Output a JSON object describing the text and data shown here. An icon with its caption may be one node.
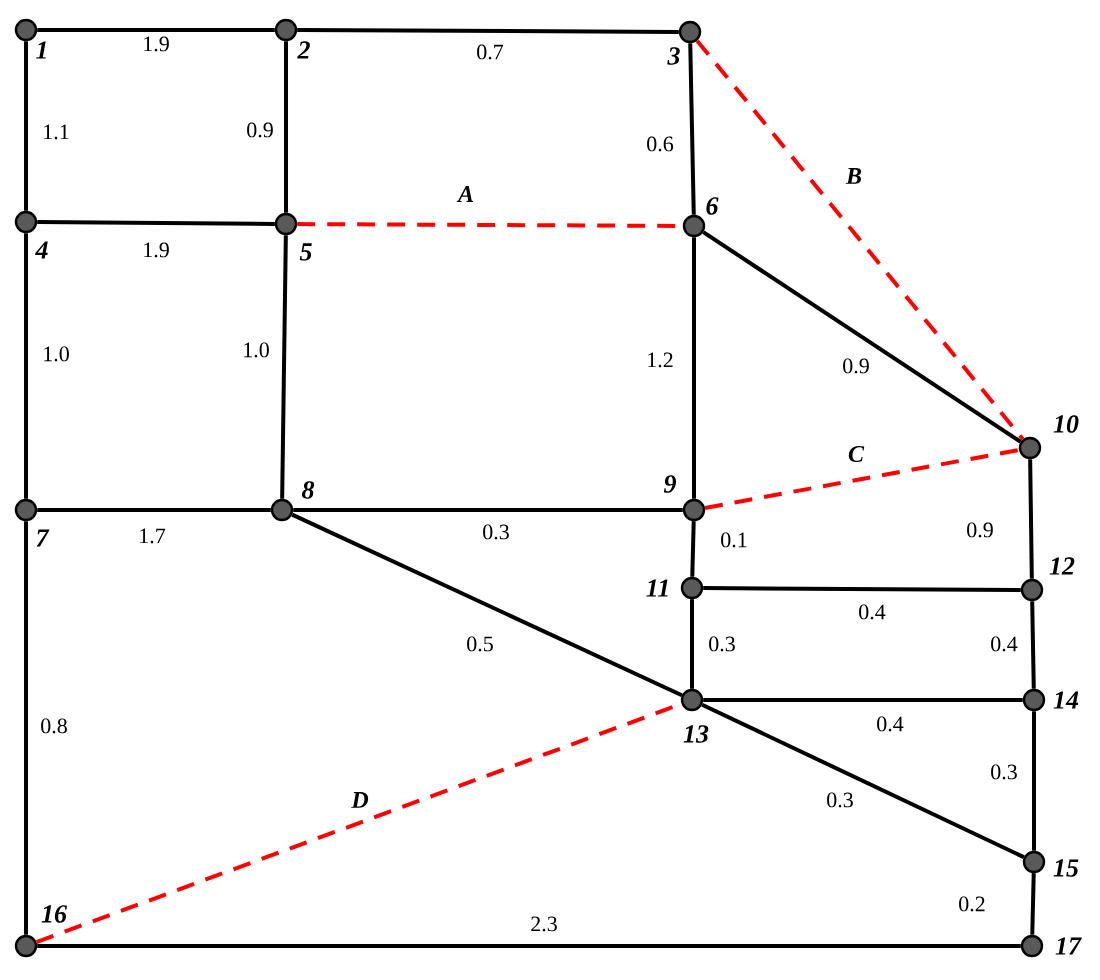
{
  "diagram": {
    "nodes": [
      {
        "text": [],
        "shape": "circle",
        "beside": [
          "1"
        ]
      },
      {
        "text": [],
        "shape": "circle",
        "beside": [
          "2"
        ]
      },
      {
        "text": [],
        "shape": "circle",
        "beside": [
          "3"
        ]
      },
      {
        "text": [],
        "shape": "circle",
        "beside": [
          "4"
        ]
      },
      {
        "text": [],
        "shape": "circle",
        "beside": [
          "5"
        ]
      },
      {
        "text": [],
        "shape": "circle",
        "beside": [
          "6"
        ]
      },
      {
        "text": [],
        "shape": "circle",
        "beside": [
          "7"
        ]
      },
      {
        "text": [],
        "shape": "circle",
        "beside": [
          "8"
        ]
      },
      {
        "text": [],
        "shape": "circle",
        "beside": [
          "9"
        ]
      },
      {
        "text": [],
        "shape": "circle",
        "beside": [
          "10"
        ]
      },
      {
        "text": [],
        "shape": "circle",
        "beside": [
          "11"
        ]
      },
      {
        "text": [],
        "shape": "circle",
        "beside": [
          "12"
        ]
      },
      {
        "text": [],
        "shape": "circle",
        "beside": [
          "13"
        ]
      },
      {
        "text": [],
        "shape": "circle",
        "beside": [
          "14"
        ]
      },
      {
        "text": [],
        "shape": "circle",
        "beside": [
          "15"
        ]
      },
      {
        "text": [],
        "shape": "circle",
        "beside": [
          "16"
        ]
      },
      {
        "text": [],
        "shape": "circle",
        "beside": [
          "17"
        ]
      }
    ],
    "edges": [
      {
        "from": 0,
        "to": 1,
        "arrow": "none",
        "label": "1.9"
      },
      {
        "from": 1,
        "to": 2,
        "arrow": "none",
        "label": "0.7"
      },
      {
        "from": 0,
        "to": 3,
        "arrow": "none",
        "label": "1.1"
      },
      {
        "from": 1,
        "to": 4,
        "arrow": "none",
        "label": "0.9"
      },
      {
        "from": 2,
        "to": 5,
        "arrow": "none",
        "label": "0.6"
      },
      {
        "from": 3,
        "to": 4,
        "arrow": "none",
        "label": "1.9"
      },
      {
        "from": 4,
        "to": 5,
        "arrow": "none",
        "label": "A",
        "style": "dashed",
        "color": "#ff0000"
      },
      {
        "from": 2,
        "to": 9,
        "arrow": "none",
        "label": "B",
        "style": "dashed",
        "color": "#ff0000"
      },
      {
        "from": 3,
        "to": 6,
        "arrow": "none",
        "label": "1.0"
      },
      {
        "from": 4,
        "to": 7,
        "arrow": "none",
        "label": "1.0"
      },
      {
        "from": 5,
        "to": 8,
        "arrow": "none",
        "label": "1.2"
      },
      {
        "from": 5,
        "to": 9,
        "arrow": "none",
        "label": "0.9"
      },
      {
        "from": 8,
        "to": 9,
        "arrow": "none",
        "label": "C",
        "style": "dashed",
        "color": "#ff0000"
      },
      {
        "from": 6,
        "to": 7,
        "arrow": "none",
        "label": "1.7"
      },
      {
        "from": 7,
        "to": 8,
        "arrow": "none",
        "label": "0.3"
      },
      {
        "from": 8,
        "to": 10,
        "arrow": "none",
        "label": "0.1"
      },
      {
        "from": 9,
        "to": 11,
        "arrow": "none",
        "label": "0.9"
      },
      {
        "from": 10,
        "to": 11,
        "arrow": "none",
        "label": "0.4"
      },
      {
        "from": 7,
        "to": 12,
        "arrow": "none",
        "label": "0.5"
      },
      {
        "from": 10,
        "to": 12,
        "arrow": "none",
        "label": "0.3"
      },
      {
        "from": 11,
        "to": 13,
        "arrow": "none",
        "label": "0.4"
      },
      {
        "from": 12,
        "to": 13,
        "arrow": "none",
        "label": "0.4"
      },
      {
        "from": 12,
        "to": 14,
        "arrow": "none",
        "label": "0.3"
      },
      {
        "from": 13,
        "to": 14,
        "arrow": "none",
        "label": "0.3"
      },
      {
        "from": 6,
        "to": 15,
        "arrow": "none",
        "label": "0.8"
      },
      {
        "from": 15,
        "to": 12,
        "arrow": "none",
        "label": "D",
        "style": "dashed",
        "color": "#ff0000"
      },
      {
        "from": 15,
        "to": 16,
        "arrow": "none",
        "label": "2.3"
      },
      {
        "from": 14,
        "to": 16,
        "arrow": "none",
        "label": "0.2"
      }
    ]
  }
}
